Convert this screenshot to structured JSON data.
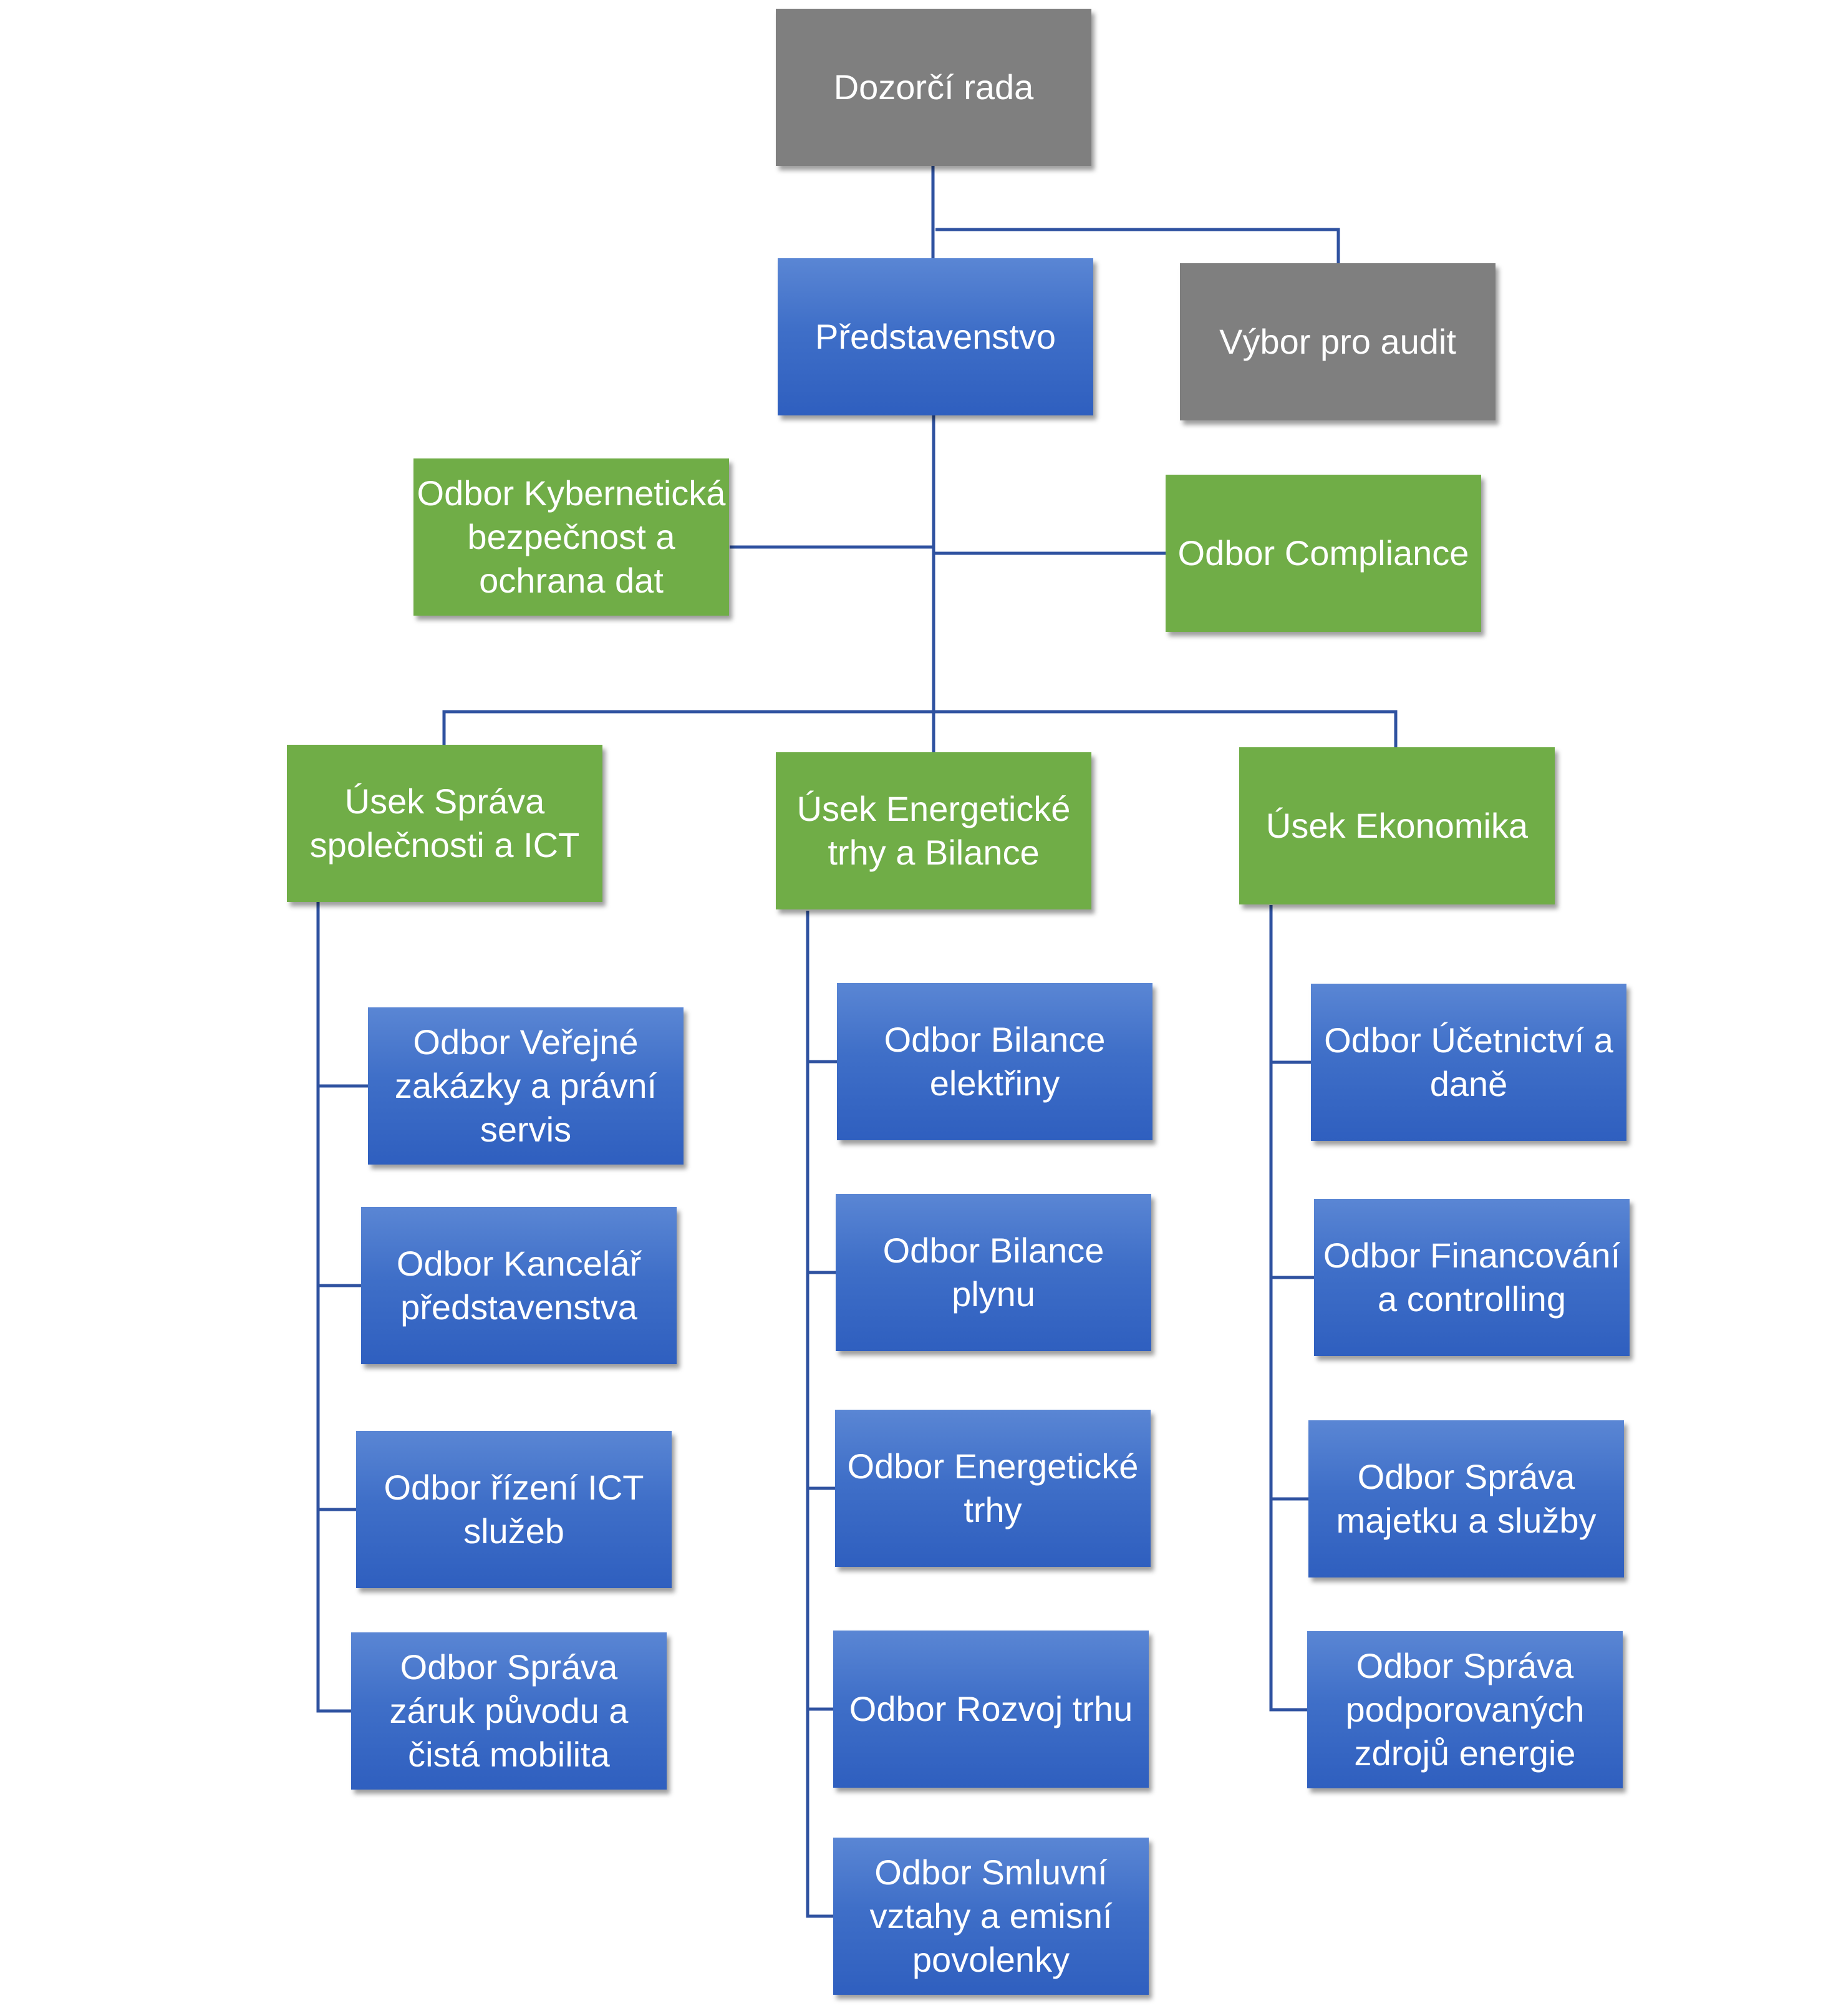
{
  "diagram": {
    "type": "organization-chart",
    "colors": {
      "governance": "#7f7f7f",
      "board": "#4472c4",
      "division": "#70ad47",
      "department": "#4472c4",
      "connector": "#2f52a0"
    },
    "governance": {
      "supervisory_board": "Dozorčí rada",
      "audit_committee": "Výbor pro audit"
    },
    "board": "Představenstvo",
    "staff_units": {
      "cyber_security": "Odbor Kybernetická bezpečnost a ochrana dat",
      "compliance": "Odbor Compliance"
    },
    "divisions": [
      {
        "name": "Úsek Správa společnosti a ICT",
        "departments": [
          "Odbor Veřejné zakázky a právní servis",
          "Odbor Kancelář představenstva",
          "Odbor řízení ICT služeb",
          "Odbor Správa záruk původu a čistá mobilita"
        ]
      },
      {
        "name": "Úsek Energetické trhy a Bilance",
        "departments": [
          "Odbor Bilance elektřiny",
          "Odbor Bilance plynu",
          "Odbor Energetické trhy",
          "Odbor Rozvoj trhu",
          "Odbor Smluvní vztahy a emisní povolenky"
        ]
      },
      {
        "name": "Úsek Ekonomika",
        "departments": [
          "Odbor Účetnictví a daně",
          "Odbor Financování a controlling",
          "Odbor Správa majetku a služby",
          "Odbor Správa podporovaných zdrojů energie"
        ]
      }
    ]
  }
}
